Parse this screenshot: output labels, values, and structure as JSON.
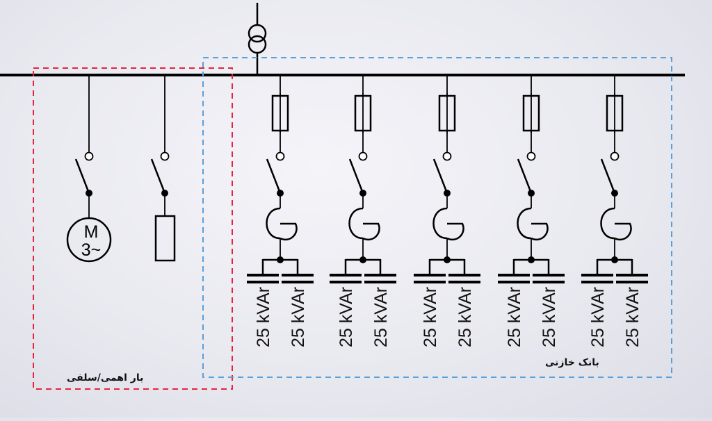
{
  "diagram": {
    "motor": {
      "symbol": "M",
      "phases": "3~"
    },
    "regions": [
      {
        "id": "load",
        "label": "بار اهمی/سلفی",
        "color": "#e8223d",
        "style": "dashed"
      },
      {
        "id": "capacitor-bank",
        "label": "بانک خازنی",
        "color": "#5a9fd8",
        "style": "dashed"
      }
    ],
    "feeders": [
      {
        "kind": "motor"
      },
      {
        "kind": "resistive-load"
      },
      {
        "kind": "capacitor",
        "ratings": [
          "25 kVAr",
          "25 kVAr"
        ]
      },
      {
        "kind": "capacitor",
        "ratings": [
          "25 kVAr",
          "25 kVAr"
        ]
      },
      {
        "kind": "capacitor",
        "ratings": [
          "25 kVAr",
          "25 kVAr"
        ]
      },
      {
        "kind": "capacitor",
        "ratings": [
          "25 kVAr",
          "25 kVAr"
        ]
      },
      {
        "kind": "capacitor",
        "ratings": [
          "25 kVAr",
          "25 kVAr"
        ]
      }
    ],
    "colors": {
      "line": "#000000",
      "background": "#ececf2"
    }
  }
}
